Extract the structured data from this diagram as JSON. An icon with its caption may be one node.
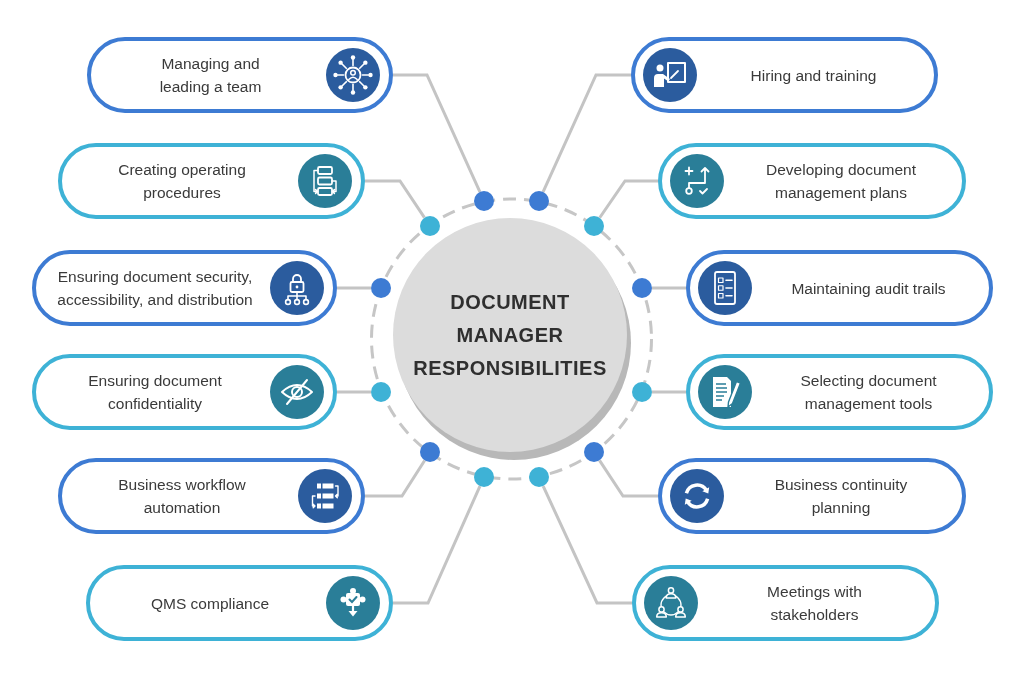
{
  "diagram": {
    "nodes": [
      {
        "text": [
          "DOCUMENT MANAGER RESPONSIBILITIES"
        ]
      },
      {
        "text": [
          "Managing and leading a team"
        ]
      },
      {
        "text": [
          "Creating operating procedures"
        ]
      },
      {
        "text": [
          "Ensuring document security, accessibility, and distribution"
        ]
      },
      {
        "text": [
          "Ensuring document confidentiality"
        ]
      },
      {
        "text": [
          "Business workflow automation"
        ]
      },
      {
        "text": [
          "QMS compliance"
        ]
      },
      {
        "text": [
          "Hiring and training"
        ]
      },
      {
        "text": [
          "Developing document management plans"
        ]
      },
      {
        "text": [
          "Maintaining audit trails"
        ]
      },
      {
        "text": [
          "Selecting document management tools"
        ]
      },
      {
        "text": [
          "Business continuity planning"
        ]
      },
      {
        "text": [
          "Meetings with stakeholders"
        ]
      },
      {
        "text": [],
        "shape": "circle"
      },
      {
        "text": [],
        "shape": "circle"
      },
      {
        "text": [],
        "shape": "circle"
      },
      {
        "text": [],
        "shape": "circle"
      },
      {
        "text": [],
        "shape": "circle"
      },
      {
        "text": [],
        "shape": "circle"
      },
      {
        "text": [],
        "shape": "circle"
      },
      {
        "text": [],
        "shape": "circle"
      },
      {
        "text": [],
        "shape": "circle"
      },
      {
        "text": [],
        "shape": "circle"
      },
      {
        "text": [],
        "shape": "circle"
      },
      {
        "text": [],
        "shape": "circle"
      }
    ],
    "edges": [
      {
        "from": 1,
        "to": 13,
        "arrow": "none"
      },
      {
        "from": 2,
        "to": 14,
        "arrow": "none"
      },
      {
        "from": 3,
        "to": 15,
        "arrow": "none"
      },
      {
        "from": 4,
        "to": 16,
        "arrow": "none"
      },
      {
        "from": 5,
        "to": 17,
        "arrow": "none"
      },
      {
        "from": 6,
        "to": 18,
        "arrow": "none"
      },
      {
        "from": 7,
        "to": 19,
        "arrow": "none"
      },
      {
        "from": 8,
        "to": 20,
        "arrow": "none"
      },
      {
        "from": 9,
        "to": 21,
        "arrow": "none"
      },
      {
        "from": 10,
        "to": 22,
        "arrow": "none"
      },
      {
        "from": 11,
        "to": 23,
        "arrow": "none"
      },
      {
        "from": 12,
        "to": 24,
        "arrow": "none"
      }
    ]
  }
}
